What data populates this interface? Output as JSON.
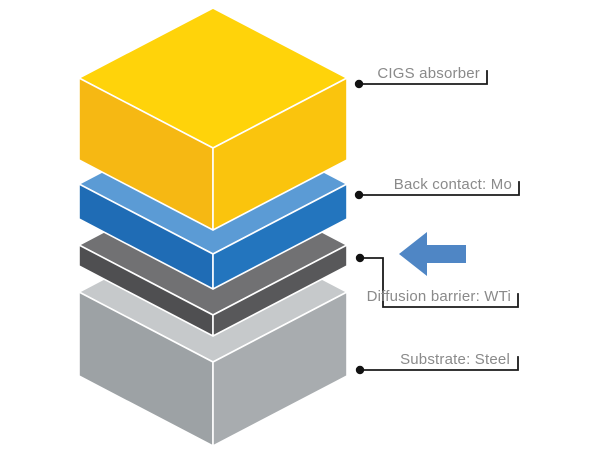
{
  "diagram": {
    "background": "#FFFFFF",
    "layers": [
      {
        "id": "cigs-absorber",
        "label": "CIGS absorber",
        "color_top": "#FFD30A",
        "color_left": "#F6B813",
        "color_right": "#FAC40D"
      },
      {
        "id": "back-contact-mo",
        "label": "Back contact: Mo",
        "color_top": "#5B9BD5",
        "color_left": "#1F6CB5",
        "color_right": "#2375BE"
      },
      {
        "id": "diffusion-barrier-wti",
        "label": "Diffusion barrier: WTi",
        "color_top": "#717173",
        "color_left": "#4F4F51",
        "color_right": "#58585A"
      },
      {
        "id": "substrate-steel",
        "label": "Substrate: Steel",
        "color_top": "#C6C9CB",
        "color_left": "#9DA2A5",
        "color_right": "#A8ACAF"
      }
    ],
    "connector": {
      "line_color": "#1A1A1A",
      "dot_color": "#121212"
    },
    "label_color": "#8A8A8A",
    "arrow": {
      "color": "#4F86C5",
      "direction": "left"
    }
  }
}
